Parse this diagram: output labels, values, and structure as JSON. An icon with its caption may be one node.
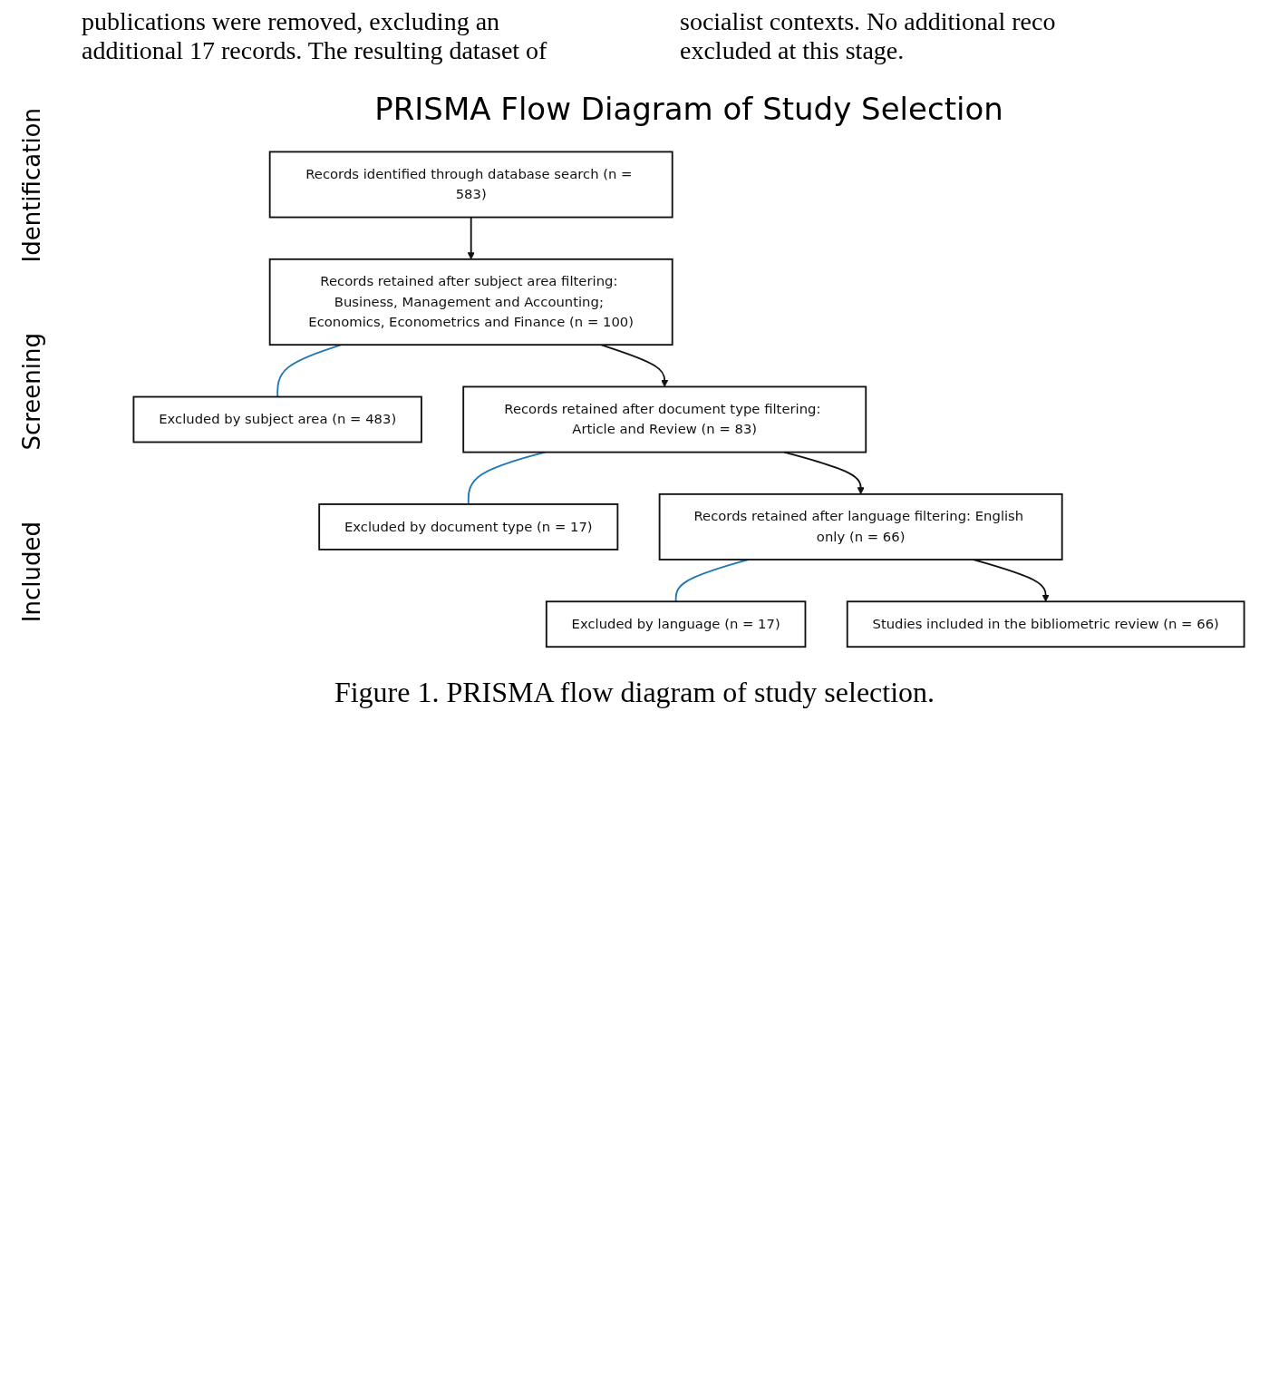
{
  "diagram": {
    "title": "PRISMA Flow Diagram of Study Selection",
    "caption": "Figure 1. PRISMA flow diagram of study selection.",
    "nodes": [
      {
        "text": [
          "Records identified through database search (n = 583)"
        ]
      },
      {
        "text": [
          "Records retained after subject area filtering: Business, Management and Accounting; Economics, Econometrics and Finance (n = 100)"
        ]
      },
      {
        "text": [
          "Excluded by subject area (n = 483)"
        ]
      },
      {
        "text": [
          "Records retained after document type filtering: Article and Review (n = 83)"
        ]
      },
      {
        "text": [
          "Excluded by document type (n = 17)"
        ]
      },
      {
        "text": [
          "Records retained after language filtering: English only (n = 66)"
        ]
      },
      {
        "text": [
          "Excluded by language (n = 17)"
        ]
      },
      {
        "text": [
          "Studies included in the bibliometric review (n = 66)"
        ]
      }
    ],
    "edges": [
      {
        "from": 0,
        "to": 1,
        "arrow": "to"
      },
      {
        "from": 1,
        "to": 2,
        "arrow": "none",
        "color": "#1f77b4"
      },
      {
        "from": 1,
        "to": 3,
        "arrow": "to"
      },
      {
        "from": 3,
        "to": 4,
        "arrow": "none",
        "color": "#1f77b4"
      },
      {
        "from": 3,
        "to": 5,
        "arrow": "to"
      },
      {
        "from": 5,
        "to": 6,
        "arrow": "none",
        "color": "#1f77b4"
      },
      {
        "from": 5,
        "to": 7,
        "arrow": "to"
      }
    ],
    "labels": [
      "publications were removed, excluding an",
      "socialist contexts. No additional reco",
      "additional 17 records. The resulting dataset of",
      "excluded at this stage.",
      "Identification",
      "Screening",
      "Included"
    ]
  }
}
